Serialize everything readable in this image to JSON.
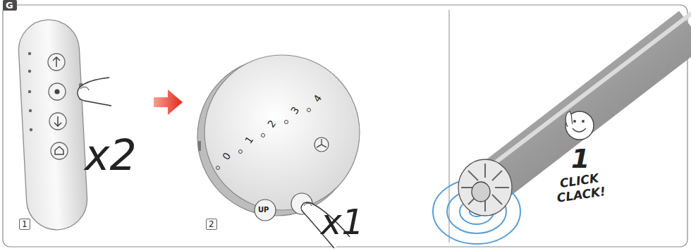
{
  "diagram": {
    "labels": [
      "G",
      "1",
      "x2",
      "2",
      "0",
      "1",
      "2",
      "3",
      "4",
      "UP",
      "x1",
      "1",
      "CLICK CLACK!"
    ]
  }
}
